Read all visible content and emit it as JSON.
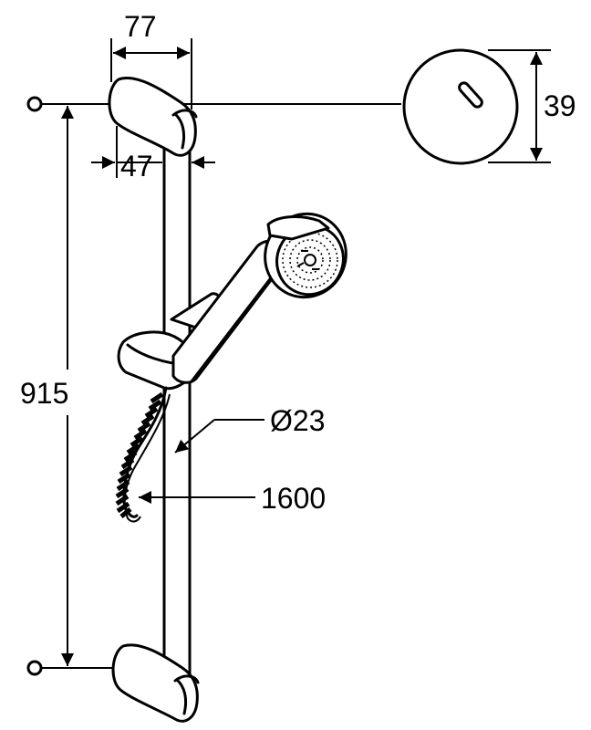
{
  "dimensions": {
    "width_top": "77",
    "bracket_depth": "47",
    "cap_height": "39",
    "rail_length": "915",
    "rail_diameter": "Ø23",
    "hose_length": "1600"
  },
  "colors": {
    "stroke": "#000000",
    "background": "#ffffff"
  }
}
